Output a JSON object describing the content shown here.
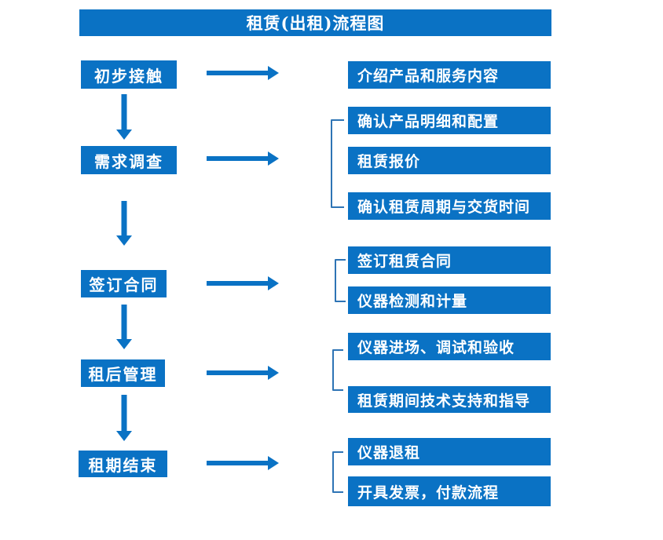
{
  "title": "租赁(出租)流程图",
  "colors": {
    "primary_blue": "#0a72c4",
    "bracket_blue": "#2e74b5",
    "text_white": "#ffffff",
    "background": "#ffffff"
  },
  "flow": {
    "steps": [
      {
        "label": "初步接触",
        "details": [
          "介绍产品和服务内容"
        ]
      },
      {
        "label": "需求调查",
        "details": [
          "确认产品明细和配置",
          "租赁报价",
          "确认租赁周期与交货时间"
        ]
      },
      {
        "label": "签订合同",
        "details": [
          "签订租赁合同",
          "仪器检测和计量"
        ]
      },
      {
        "label": "租后管理",
        "details": [
          "仪器进场、调试和验收",
          "租赁期间技术支持和指导"
        ]
      },
      {
        "label": "租期结束",
        "details": [
          "仪器退租",
          "开具发票，付款流程"
        ]
      }
    ]
  }
}
